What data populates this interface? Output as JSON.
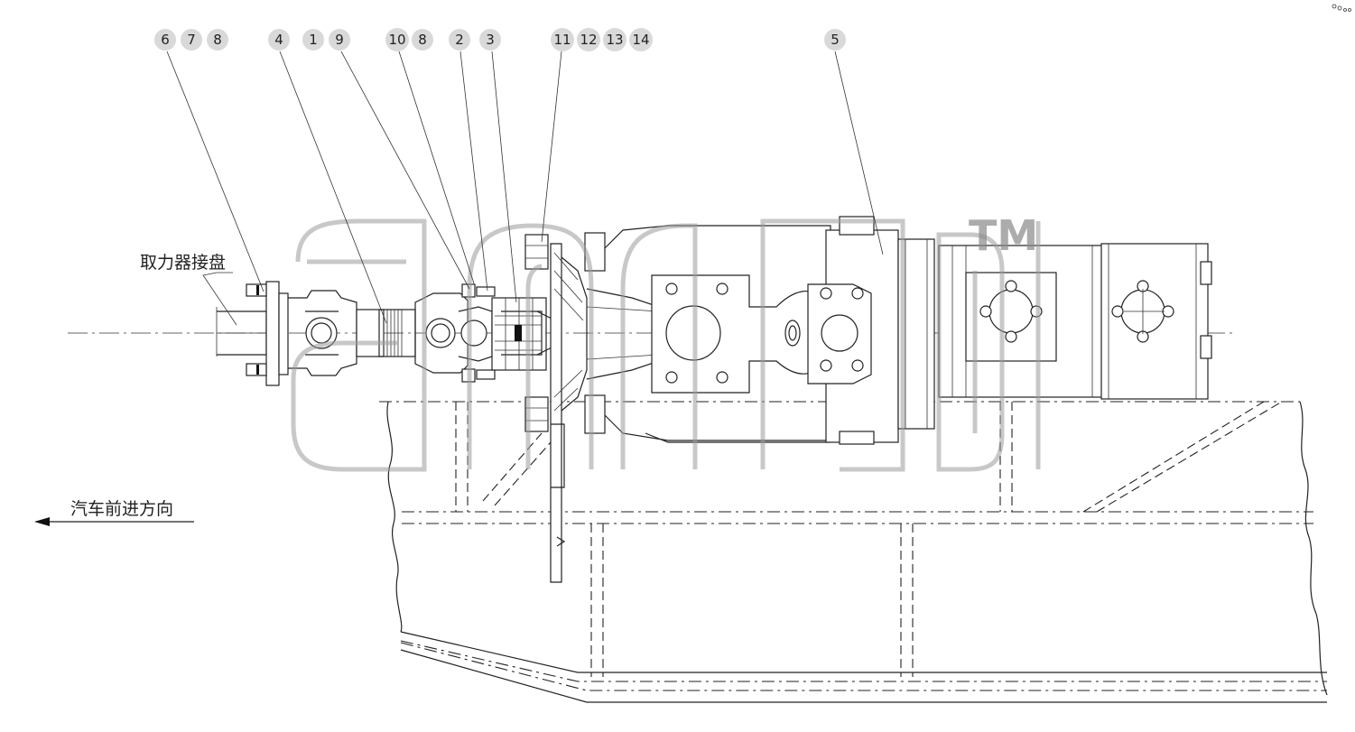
{
  "labels": {
    "pto_flange": "取力器接盘",
    "vehicle_direction": "汽车前进方向"
  },
  "callouts": [
    "6",
    "7",
    "8",
    "4",
    "1",
    "9",
    "10",
    "8",
    "2",
    "3",
    "11",
    "12",
    "13",
    "14",
    "5"
  ],
  "watermark": {
    "trademark": "TM"
  },
  "colors": {
    "line": "#222222",
    "callout_bubble": "#d9d9d9",
    "watermark": "#9a9a9a",
    "background": "#ffffff"
  }
}
